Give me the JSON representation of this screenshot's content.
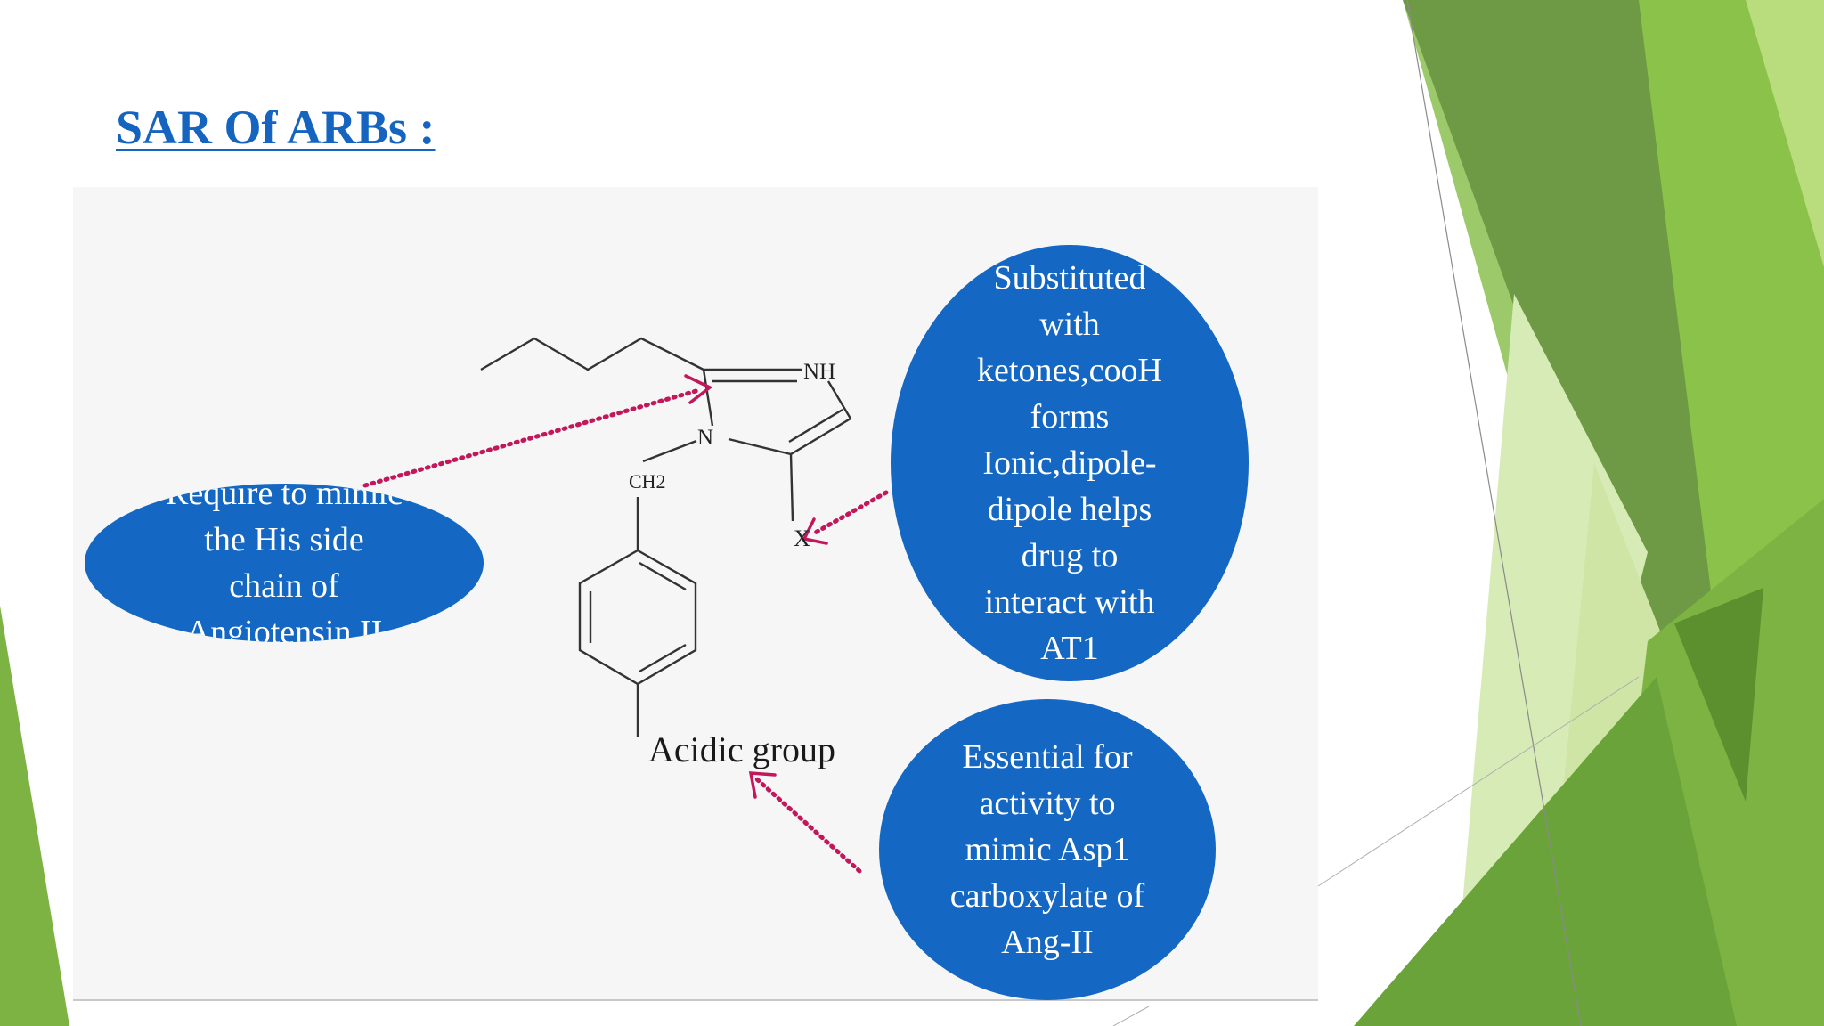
{
  "slide": {
    "title": "SAR Of ARBs :"
  },
  "structure": {
    "nh_label": "NH",
    "n_label": "N",
    "ch2_label": "CH2",
    "x_label": "X",
    "acidic_label": "Acidic group"
  },
  "annotations": {
    "left": "Require to mimic\nthe His side\nchain  of\nAngiotensin II",
    "right_top": "Substituted\nwith\nketones,cooH\nforms\nIonic,dipole-\ndipole  helps\ndrug to\ninteract with\nAT1",
    "right_bottom": "Essential for\nactivity to\nmimic Asp1\ncarboxylate of\nAng-II"
  },
  "colors": {
    "title": "#1565c0",
    "bubble": "#1467c3",
    "arrow": "#c2185b",
    "green_dark": "#6e9a45",
    "green_mid": "#7cb342",
    "green_light": "#a8d060"
  }
}
